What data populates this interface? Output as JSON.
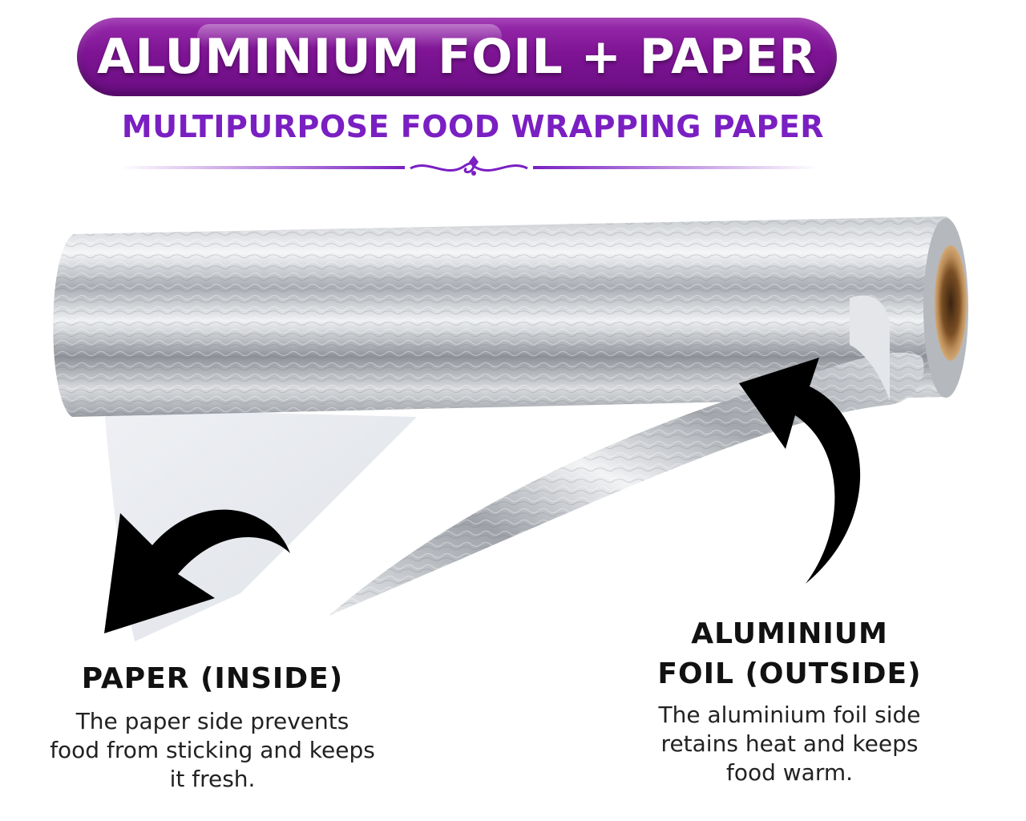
{
  "header": {
    "title": "ALUMINIUM FOIL + PAPER",
    "subtitle": "MULTIPURPOSE FOOD WRAPPING PAPER"
  },
  "callouts": {
    "paper": {
      "title": "PAPER (INSIDE)",
      "description": "The paper side prevents food from sticking and keeps it fresh."
    },
    "foil": {
      "title_line1": "ALUMINIUM",
      "title_line2": "FOIL (OUTSIDE)",
      "description": "The aluminium foil side retains heat and keeps food warm."
    }
  },
  "colors": {
    "banner": "#7e1494",
    "subtitle": "#7a1fc2",
    "arrow": "#000000"
  },
  "icons": {
    "ornament": "ornament-divider-icon",
    "left_arrow": "curved-arrow-left-icon",
    "right_arrow": "curved-arrow-up-icon"
  }
}
